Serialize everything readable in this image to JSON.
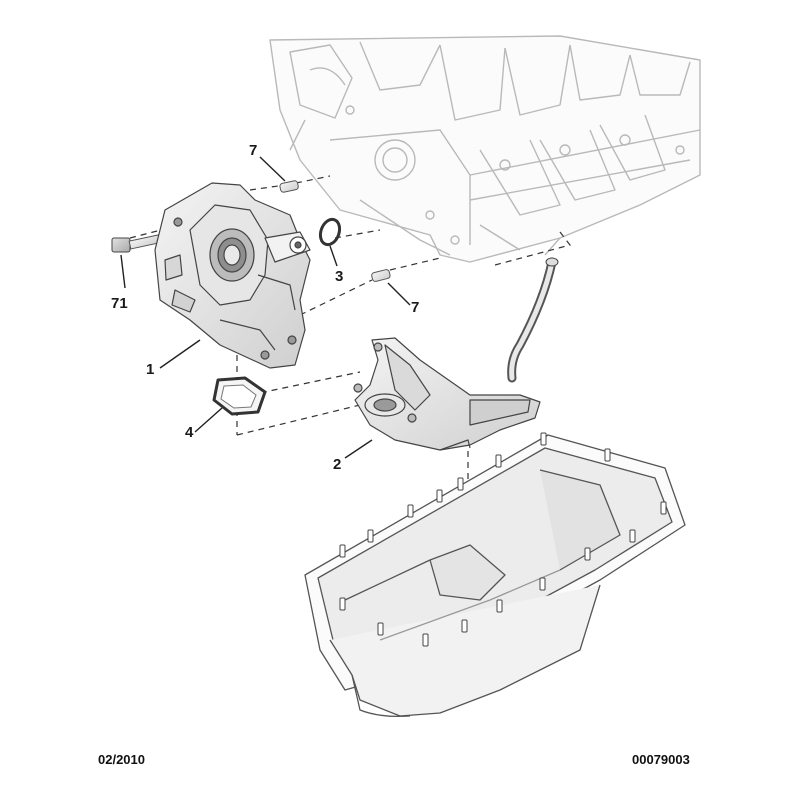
{
  "callouts": {
    "c7_top": "7",
    "c71": "71",
    "c3": "3",
    "c7_bottom": "7",
    "c1": "1",
    "c4": "4",
    "c2": "2"
  },
  "footer": {
    "date": "02/2010",
    "ref": "00079003"
  }
}
